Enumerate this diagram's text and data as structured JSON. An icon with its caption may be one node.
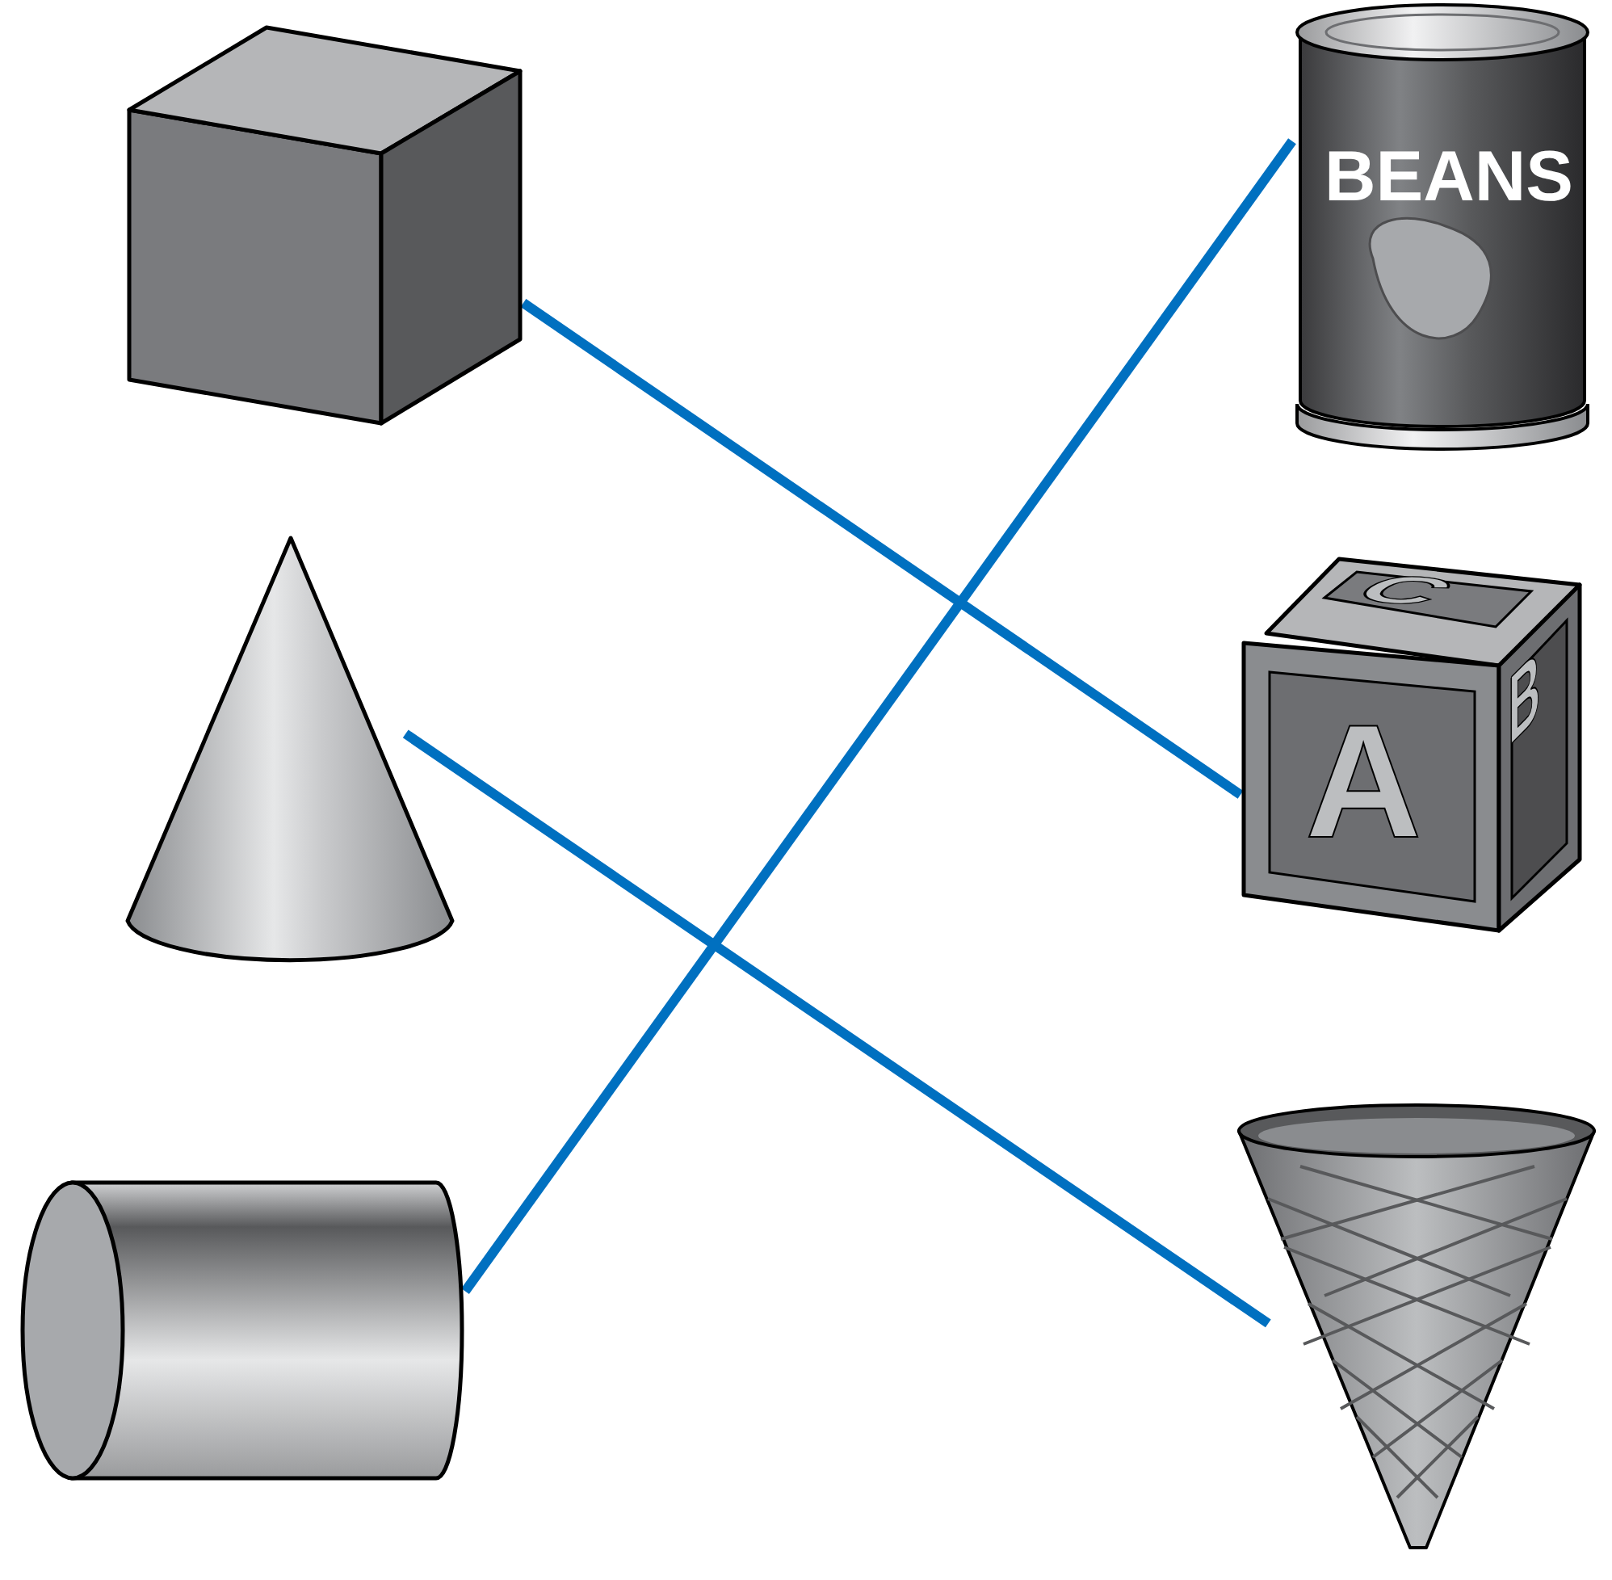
{
  "diagram": {
    "nodes": [
      {
        "text": [],
        "shape": "cube"
      },
      {
        "text": [],
        "shape": "cone"
      },
      {
        "text": [],
        "shape": "cylinder"
      },
      {
        "text": [
          "BEANS"
        ]
      },
      {
        "text": [
          "C",
          "A",
          "B"
        ]
      },
      {
        "text": [],
        "shape": "picture"
      }
    ],
    "edges": [
      {
        "from": 0,
        "to": 4,
        "arrow": "none"
      },
      {
        "from": 1,
        "to": 5,
        "arrow": "none"
      },
      {
        "from": 2,
        "to": 3,
        "arrow": "none"
      }
    ]
  }
}
